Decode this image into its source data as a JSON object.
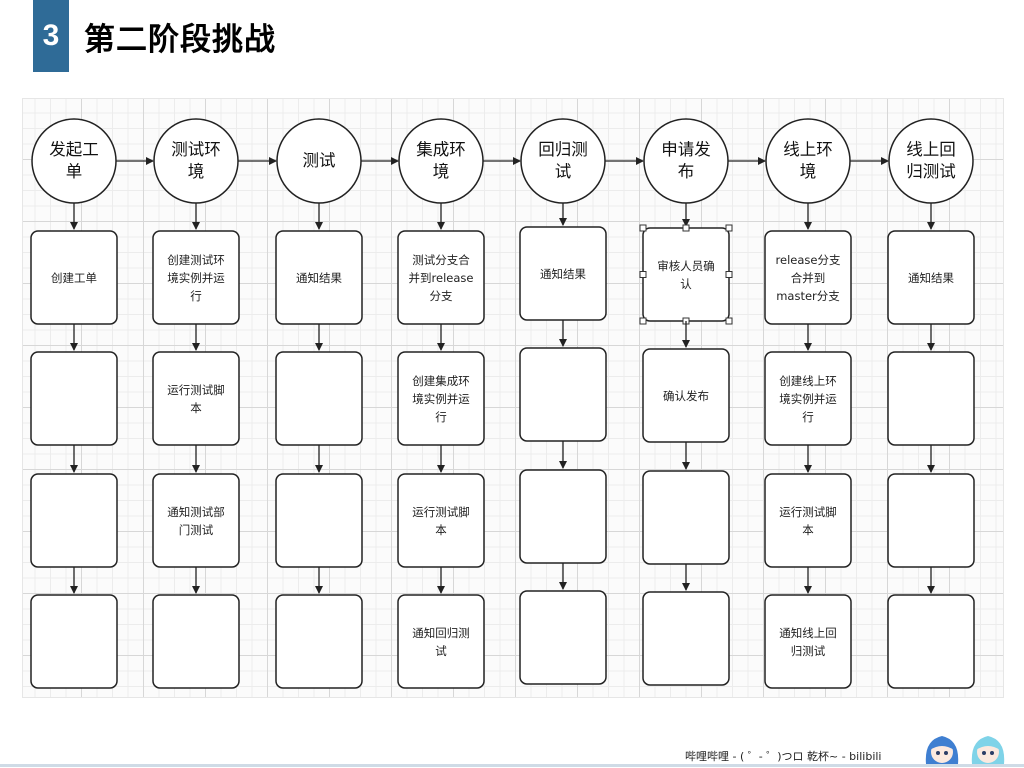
{
  "header": {
    "section_number": "3",
    "title": "第二阶段挑战"
  },
  "diagram": {
    "columns": [
      {
        "stage": "发起工\n单",
        "steps": [
          "创建工单",
          "",
          "",
          ""
        ]
      },
      {
        "stage": "测试环\n境",
        "steps": [
          "创建测试环\n境实例并运\n行",
          "运行测试脚\n本",
          "通知测试部\n门测试",
          ""
        ]
      },
      {
        "stage": "测试",
        "steps": [
          "通知结果",
          "",
          "",
          ""
        ]
      },
      {
        "stage": "集成环\n境",
        "steps": [
          "测试分支合\n并到release\n分支",
          "创建集成环\n境实例并运\n行",
          "运行测试脚\n本",
          "通知回归测\n试"
        ]
      },
      {
        "stage": "回归测\n试",
        "steps": [
          "通知结果",
          "",
          "",
          ""
        ]
      },
      {
        "stage": "申请发\n布",
        "steps": [
          "审核人员确\n认",
          "确认发布",
          "",
          ""
        ],
        "selected_step": 0
      },
      {
        "stage": "线上环\n境",
        "steps": [
          "release分支\n合并到\nmaster分支",
          "创建线上环\n境实例并运\n行",
          "运行测试脚\n本",
          "通知线上回\n归测试"
        ]
      },
      {
        "stage": "线上回\n归测试",
        "steps": [
          "通知结果",
          "",
          "",
          ""
        ]
      }
    ],
    "colors": {
      "stroke": "#222222",
      "fill": "#ffffff",
      "grid": "#d7d7d7"
    }
  },
  "footer": {
    "watermark": "哔哩哔哩 - ( ゜- ゜)つロ 乾杯~ - bilibili"
  }
}
